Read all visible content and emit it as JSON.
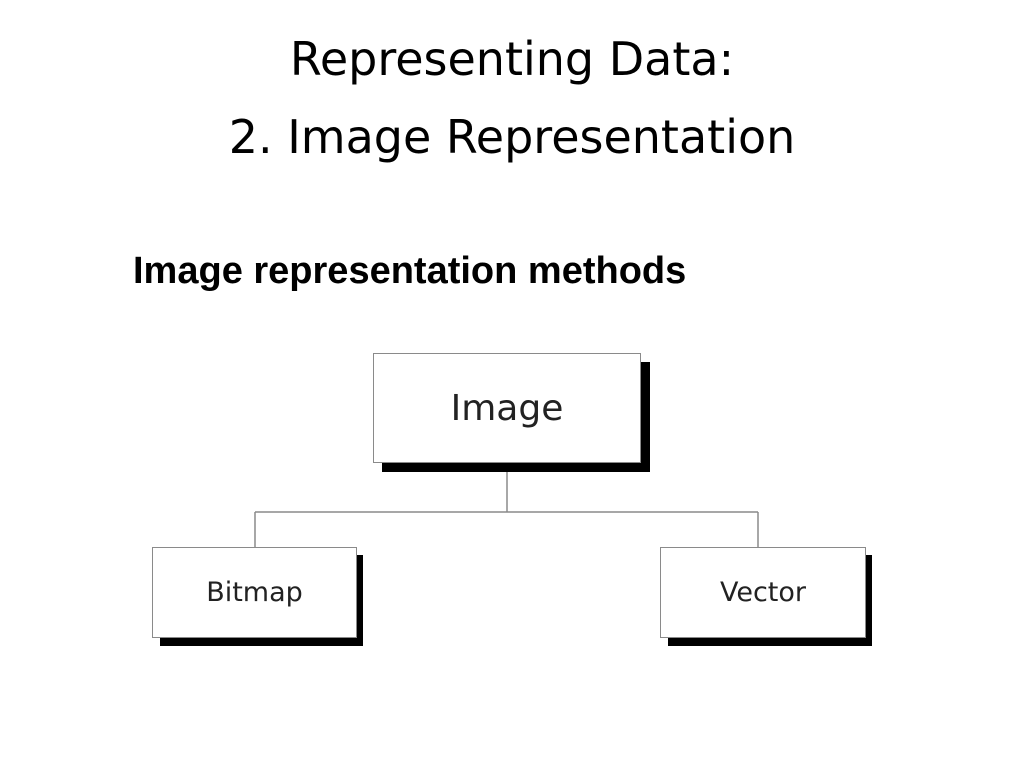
{
  "slide": {
    "title_line1": "Representing Data:",
    "title_line2": "2. Image Representation",
    "subtitle": "Image representation methods"
  },
  "diagram": {
    "root": "Image",
    "children": [
      "Bitmap",
      "Vector"
    ],
    "colors": {
      "box_fill": "#ffffff",
      "box_border": "#8a8a8a",
      "shadow": "#000000",
      "connector": "#8a8a8a"
    }
  }
}
